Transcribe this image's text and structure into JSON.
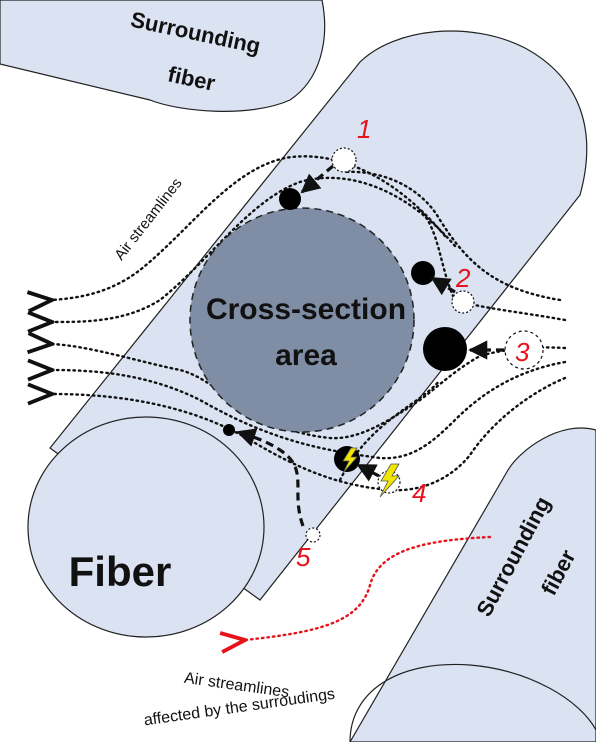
{
  "labels": {
    "cross_section_line1": "Cross-section",
    "cross_section_line2": "area",
    "fiber": "Fiber",
    "surrounding_top_line1": "Surrounding",
    "surrounding_top_line2": "fiber",
    "surrounding_right_line1": "Surrounding",
    "surrounding_right_line2": "fiber",
    "air_streamlines": "Air streamlines",
    "affected_line1": "Air streamlines",
    "affected_line2": "affected by the surroudings"
  },
  "mechanisms": [
    {
      "number": "1"
    },
    {
      "number": "2"
    },
    {
      "number": "3"
    },
    {
      "number": "4"
    },
    {
      "number": "5"
    }
  ],
  "colors": {
    "fiber_fill": "#dbe3f2",
    "cross_section_fill": "#7f8ea5",
    "number_red": "#e8121c",
    "affected_arrow": "#e8121c",
    "lightning": "#f2e600"
  },
  "icons": {
    "charge": "lightning-bolt-icon"
  }
}
